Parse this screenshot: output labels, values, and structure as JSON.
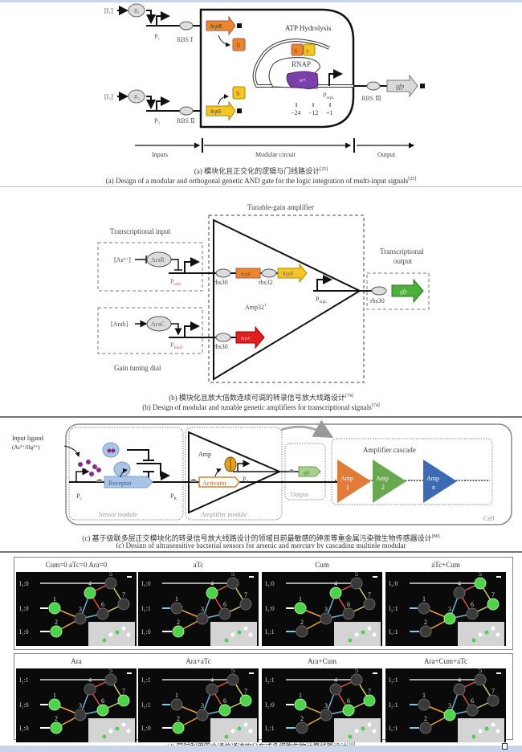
{
  "panel_a": {
    "inputs": [
      "[I₁]",
      "[I₂]"
    ],
    "regulators": [
      "R₁",
      "R₂"
    ],
    "promoters": [
      "P₁",
      "P₂"
    ],
    "rbs": [
      "RBS Ⅰ",
      "RBS Ⅱ",
      "RBS Ⅲ"
    ],
    "genes": [
      "hrpR",
      "hrpS",
      "gfp"
    ],
    "proteins": [
      "R",
      "S"
    ],
    "atp_label": "ATP Hydrolysis",
    "rnap_label": "RNAP",
    "sigma_label": "σ⁵⁴",
    "phrpl_label": "P",
    "phrpl_sub": "hrpL",
    "positions": [
      "−24",
      "−12",
      "+1"
    ],
    "stages": [
      "Inputs",
      "Modular circuit",
      "Output"
    ],
    "caption_cn": "(a) 模块化且正交化的逻辑与门线路设计",
    "caption_cn_ref": "[25]",
    "caption_en": "(a) Design of a modular and orthogonal genetic AND gate for the logic integration of multi-input signals",
    "caption_en_ref": "[25]",
    "colors": {
      "hrpR": "#e8882a",
      "hrpS": "#f2c624",
      "sigma": "#7a3fa8",
      "gfp": "#d9d9d9"
    }
  },
  "panel_b": {
    "title": "Tunable-gain amplifier",
    "input_label": "Transcriptional input",
    "output_label_1": "Transcriptional",
    "output_label_2": "output",
    "dial_label": "Gain tuning dial",
    "as_input": "[As³⁺]",
    "arab_input": "[Arab]",
    "arsr": "ArsR",
    "arac": "AraC",
    "pars": "P",
    "pars_sub": "ars8",
    "pbad": "P",
    "pbad_sub": "BAD",
    "rbs30": "rbs30",
    "rbs32": "rbs32",
    "hrpR": "hrpR",
    "hrpS": "hrpS",
    "hrpV": "hrpV",
    "amp": "Amp32",
    "amp_sup": "1",
    "phrpl": "P",
    "phrpl_sub": "hrpL",
    "gfp": "gfp",
    "caption_cn": "(b) 模块化且放大倍数连续可调的转录信号放大线路设计",
    "caption_cn_ref": "[74]",
    "caption_en": "(b) Design of modular and tunable genetic amplifiers for transcriptional signals",
    "caption_en_ref": "[74]",
    "colors": {
      "hrpR": "#e8882a",
      "hrpS": "#f2c624",
      "hrpV": "#e02020",
      "gfp": "#4caf3a"
    }
  },
  "panel_c": {
    "input_label_1": "Input ligand",
    "input_label_2": "(As³⁺/Hg²⁺)",
    "receptor": "Receptor",
    "activator": "Activator",
    "amp": "Amp",
    "pc": "P",
    "pc_sub": "c",
    "pr": "P",
    "pr_sub": "R",
    "pa": "P",
    "pa_sub": "A",
    "gfp": "gfp",
    "sensor_module": "Sensor module",
    "amplifier_module": "Amplifier module",
    "output": "Output",
    "cascade_title": "Amplifier cascade",
    "amps": [
      {
        "line1": "Amp",
        "line2": "1",
        "color": "#e07b39"
      },
      {
        "line1": "Amp",
        "line2": "2",
        "color": "#6aa84f"
      },
      {
        "line1": "Amp",
        "line2": "n",
        "color": "#3d6bb3"
      }
    ],
    "cell": "Cell",
    "caption_cn": "(c) 基于级联多层正交模块化的转录信号放大线路设计的领域目前最敏感的砷汞等重金属污染微生物传感器设计",
    "caption_cn_ref": "[80]",
    "caption_en": "(c) Design of ultrasensitive bacterial sensors for arsenic and mercury by cascading multiple modular"
  },
  "panel_d": {
    "conditions": [
      {
        "label": "Cum=0   aTc=0   Ara=0",
        "i3": "I₃:0",
        "i2": "I₂:0",
        "i1": "I₁:0",
        "on": [
          1,
          2,
          4
        ]
      },
      {
        "label": "aTc",
        "i3": "I₃:0",
        "i2": "I₂:1",
        "i1": "I₁:0",
        "on": [
          2,
          4
        ]
      },
      {
        "label": "Cum",
        "i3": "I₃:0",
        "i2": "I₂:0",
        "i1": "I₁:1",
        "on": [
          1,
          4
        ]
      },
      {
        "label": "aTc+Cum",
        "i3": "I₃:0",
        "i2": "I₂:1",
        "i1": "I₁:1",
        "on": [
          3,
          5,
          7
        ]
      },
      {
        "label": "Ara",
        "i3": "I₃:1",
        "i2": "I₂:0",
        "i1": "I₁:0",
        "on": [
          1,
          2,
          6,
          7
        ]
      },
      {
        "label": "Ara+aTc",
        "i3": "I₃:1",
        "i2": "I₂:1",
        "i1": "I₁:0",
        "on": [
          2,
          6,
          7
        ]
      },
      {
        "label": "Ara+Cum",
        "i3": "I₃:1",
        "i2": "I₂:0",
        "i1": "I₁:1",
        "on": [
          1,
          6,
          7
        ]
      },
      {
        "label": "Ara+Cum+aTc",
        "i3": "I₃:1",
        "i2": "I₂:1",
        "i1": "I₁:1",
        "on": [
          3
        ]
      }
    ],
    "node_numbers": [
      "1",
      "2",
      "3",
      "4",
      "5",
      "6",
      "7"
    ],
    "caption_cn": "(d) 同时利用四个通信通道的分布式多细胞生物计算线路设计",
    "caption_cn_ref": "[10]"
  }
}
